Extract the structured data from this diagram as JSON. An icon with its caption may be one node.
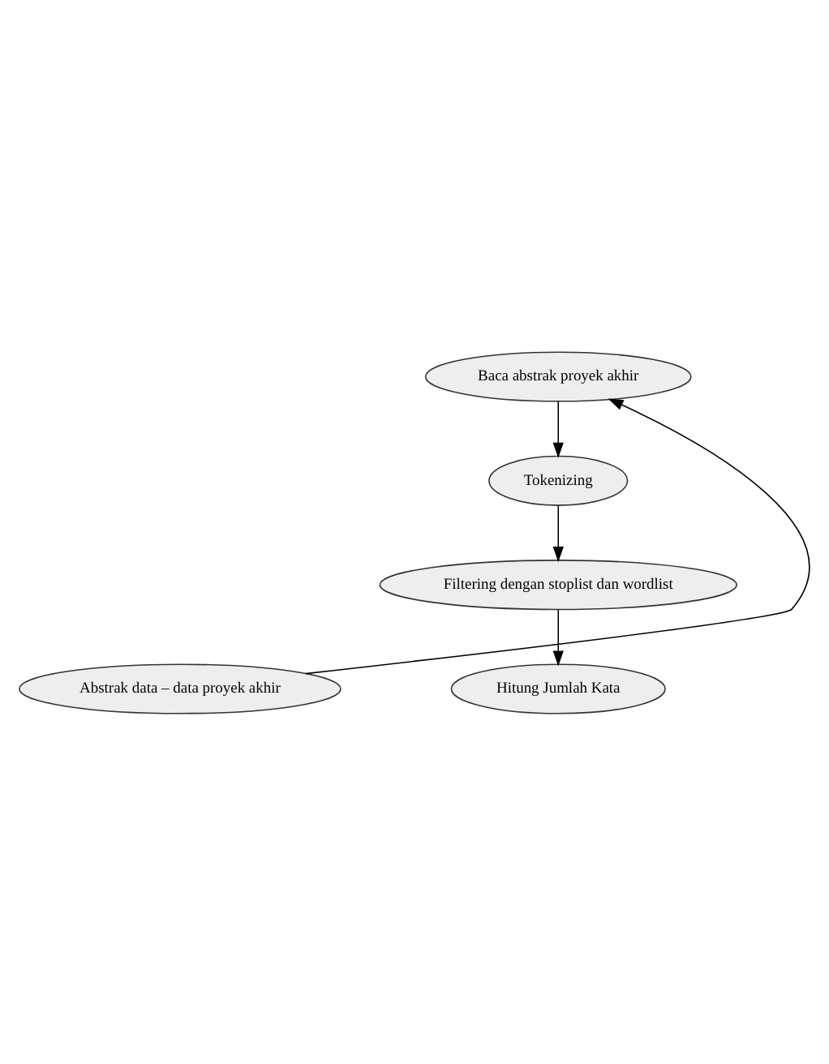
{
  "diagram": {
    "nodes": [
      {
        "text": [
          "Baca abstrak proyek akhir"
        ]
      },
      {
        "text": [
          "Tokenizing"
        ]
      },
      {
        "text": [
          "Filtering dengan stoplist dan wordlist"
        ]
      },
      {
        "text": [
          "Hitung Jumlah Kata"
        ]
      },
      {
        "text": [
          "Abstrak data – data proyek akhir"
        ]
      }
    ],
    "edges": [
      {
        "from": 4,
        "to": 0,
        "arrow": "to"
      },
      {
        "from": 0,
        "to": 1,
        "arrow": "to"
      },
      {
        "from": 1,
        "to": 2,
        "arrow": "to"
      },
      {
        "from": 2,
        "to": 3,
        "arrow": "to"
      }
    ]
  }
}
